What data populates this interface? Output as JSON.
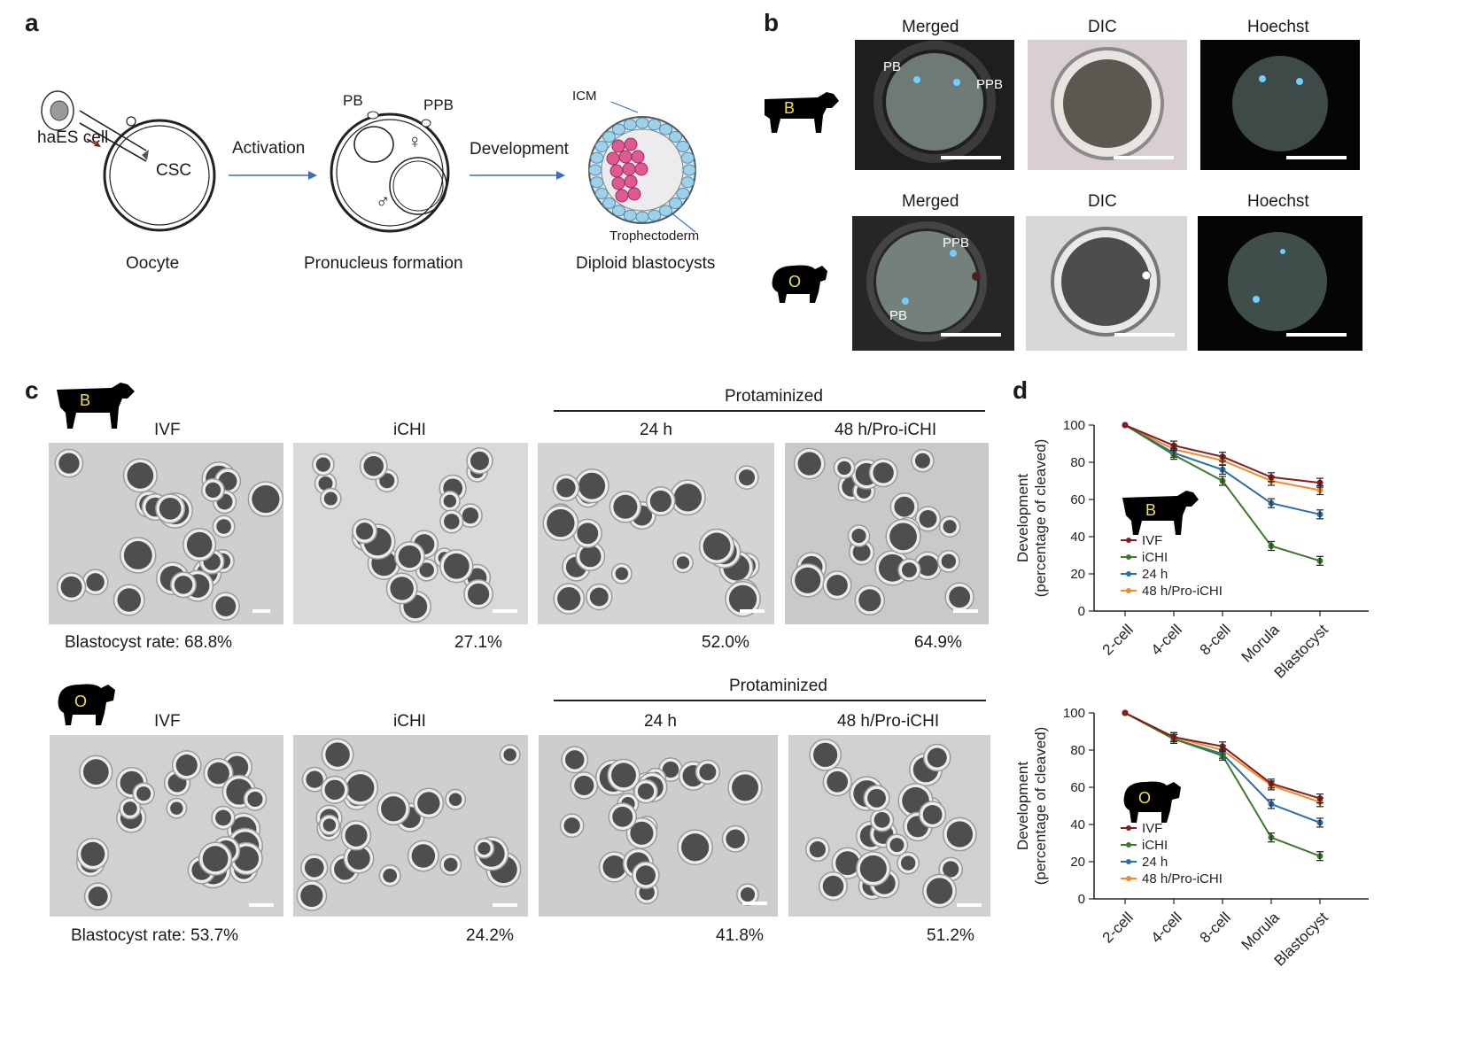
{
  "panels": {
    "a": "a",
    "b": "b",
    "c": "c",
    "d": "d"
  },
  "panel_a": {
    "haes_cell": "haES cell",
    "csc": "CSC",
    "oocyte": "Oocyte",
    "activation": "Activation",
    "pb": "PB",
    "ppb": "PPB",
    "pronucleus": "Pronucleus formation",
    "development": "Development",
    "icm": "ICM",
    "trophectoderm": "Trophectoderm",
    "diploid": "Diploid blastocysts"
  },
  "panel_b": {
    "columns": [
      "Merged",
      "DIC",
      "Hoechst"
    ],
    "row1_labels": {
      "pb": "PB",
      "ppb": "PPB"
    },
    "row2_labels": {
      "ppb": "PPB",
      "pb": "PB"
    }
  },
  "species": {
    "bovine": "B",
    "ovine": "O"
  },
  "panel_c": {
    "protaminized": "Protaminized",
    "columns": [
      "IVF",
      "iCHI",
      "24 h",
      "48 h/Pro-iCHI"
    ],
    "bovine_rates": [
      "Blastocyst rate: 68.8%",
      "27.1%",
      "52.0%",
      "64.9%"
    ],
    "ovine_rates": [
      "Blastocyst rate: 53.7%",
      "24.2%",
      "41.8%",
      "51.2%"
    ]
  },
  "colors": {
    "IVF": "#8b1a1a",
    "iCHI": "#3d7a2a",
    "24 h": "#2a6ea8",
    "48 h/Pro-iCHI": "#f08a2a"
  },
  "chart_data": [
    {
      "type": "line",
      "species": "B",
      "categories": [
        "2-cell",
        "4-cell",
        "8-cell",
        "Morula",
        "Blastocyst"
      ],
      "ylabel": "Development\n(percentage of cleaved)",
      "ylabel_lines": [
        "Development",
        "(percentage of cleaved)"
      ],
      "ylim": [
        0,
        100
      ],
      "yticks": [
        0,
        20,
        40,
        60,
        80,
        100
      ],
      "series": [
        {
          "name": "IVF",
          "values": [
            100,
            89,
            83,
            72,
            69
          ]
        },
        {
          "name": "iCHI",
          "values": [
            100,
            84,
            70,
            35,
            27
          ]
        },
        {
          "name": "24 h",
          "values": [
            100,
            85,
            76,
            58,
            52
          ]
        },
        {
          "name": "48 h/Pro-iCHI",
          "values": [
            100,
            87,
            81,
            70,
            65
          ]
        }
      ]
    },
    {
      "type": "line",
      "species": "O",
      "categories": [
        "2-cell",
        "4-cell",
        "8-cell",
        "Morula",
        "Blastocyst"
      ],
      "ylabel": "Development\n(percentage of cleaved)",
      "ylabel_lines": [
        "Development",
        "(percentage of cleaved)"
      ],
      "ylim": [
        0,
        100
      ],
      "yticks": [
        0,
        20,
        40,
        60,
        80,
        100
      ],
      "series": [
        {
          "name": "IVF",
          "values": [
            100,
            87,
            82,
            62,
            54
          ]
        },
        {
          "name": "iCHI",
          "values": [
            100,
            86,
            77,
            33,
            23
          ]
        },
        {
          "name": "24 h",
          "values": [
            100,
            86,
            78,
            51,
            41
          ]
        },
        {
          "name": "48 h/Pro-iCHI",
          "values": [
            100,
            87,
            80,
            61,
            52
          ]
        }
      ]
    }
  ]
}
